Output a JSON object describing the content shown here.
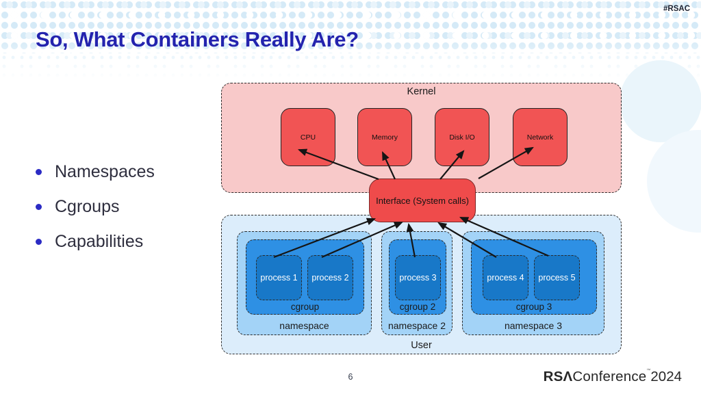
{
  "header": {
    "title": "So, What Containers Really Are?",
    "hashtag": "#RSAC"
  },
  "bullets": [
    "Namespaces",
    "Cgroups",
    "Capabilities"
  ],
  "diagram": {
    "kernel": {
      "label": "Kernel",
      "resources": [
        "CPU",
        "Memory",
        "Disk I/O",
        "Network"
      ]
    },
    "interface": {
      "label": "Interface (System calls)"
    },
    "user": {
      "label": "User",
      "namespaces": [
        {
          "label": "namespace",
          "cgroup": {
            "label": "cgroup",
            "processes": [
              "process 1",
              "process 2"
            ]
          }
        },
        {
          "label": "namespace 2",
          "cgroup": {
            "label": "cgroup 2",
            "processes": [
              "process 3"
            ]
          }
        },
        {
          "label": "namespace 3",
          "cgroup": {
            "label": "cgroup 3",
            "processes": [
              "process 4",
              "process 5"
            ]
          }
        }
      ]
    }
  },
  "footer": {
    "page_number": "6",
    "logo": {
      "rsa": "RSΛ",
      "conference": "Conference",
      "tm": "™",
      "year": "2024"
    }
  },
  "colors": {
    "title_blue": "#2323AE",
    "bullet_blue": "#2B2BC4",
    "kernel_fill": "#F8C9C9",
    "resource_fill": "#F15454",
    "interface_fill": "#EF4B4B",
    "user_fill": "#DCEDFB",
    "namespace_fill": "#A3D3F7",
    "cgroup_fill": "#2E90E4",
    "process_fill": "#1878C8",
    "dot_pattern": "#D5EAF7"
  }
}
